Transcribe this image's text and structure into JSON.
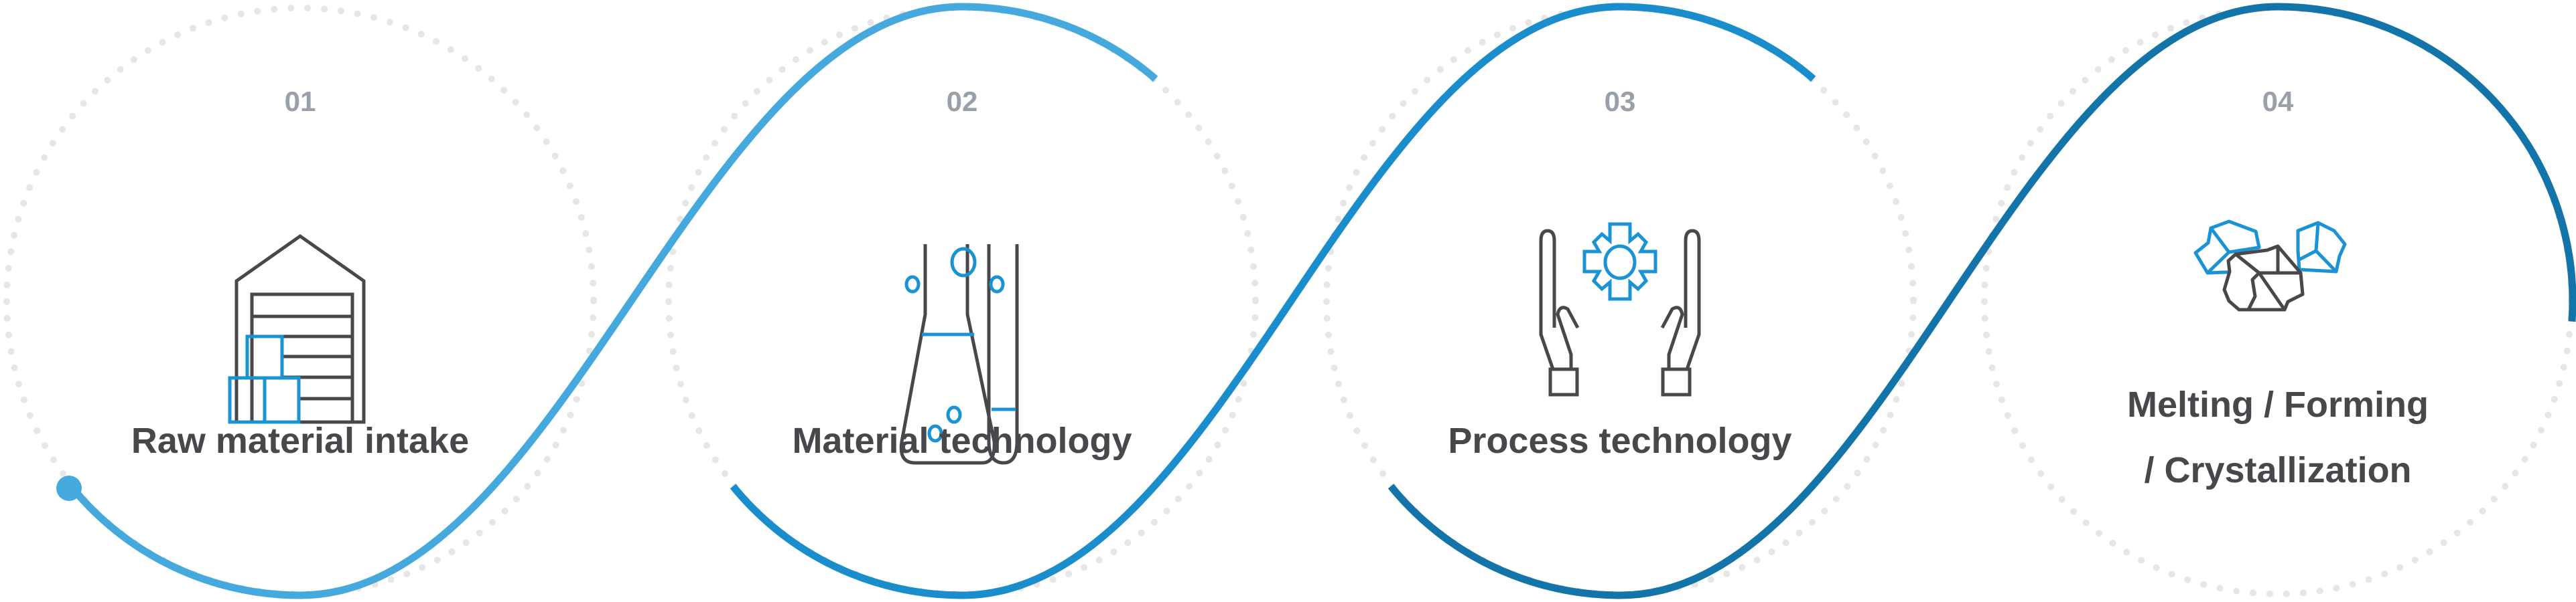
{
  "colors": {
    "segment1": "#45a9de",
    "segment2": "#1a8dcc",
    "segment3": "#1274a8",
    "dots": "#e6e6e6",
    "icon_dark": "#48484c",
    "icon_blue": "#1a93d4",
    "number": "#9aa0a8"
  },
  "steps": [
    {
      "number": "01",
      "label": "Raw material intake",
      "icon": "warehouse-icon"
    },
    {
      "number": "02",
      "label": "Material technology",
      "icon": "lab-flask-icon"
    },
    {
      "number": "03",
      "label": "Process technology",
      "icon": "hands-gear-icon"
    },
    {
      "number": "04",
      "label_line1": "Melting / Forming",
      "label_line2": "/ Crystallization",
      "icon": "crystals-icon"
    }
  ]
}
